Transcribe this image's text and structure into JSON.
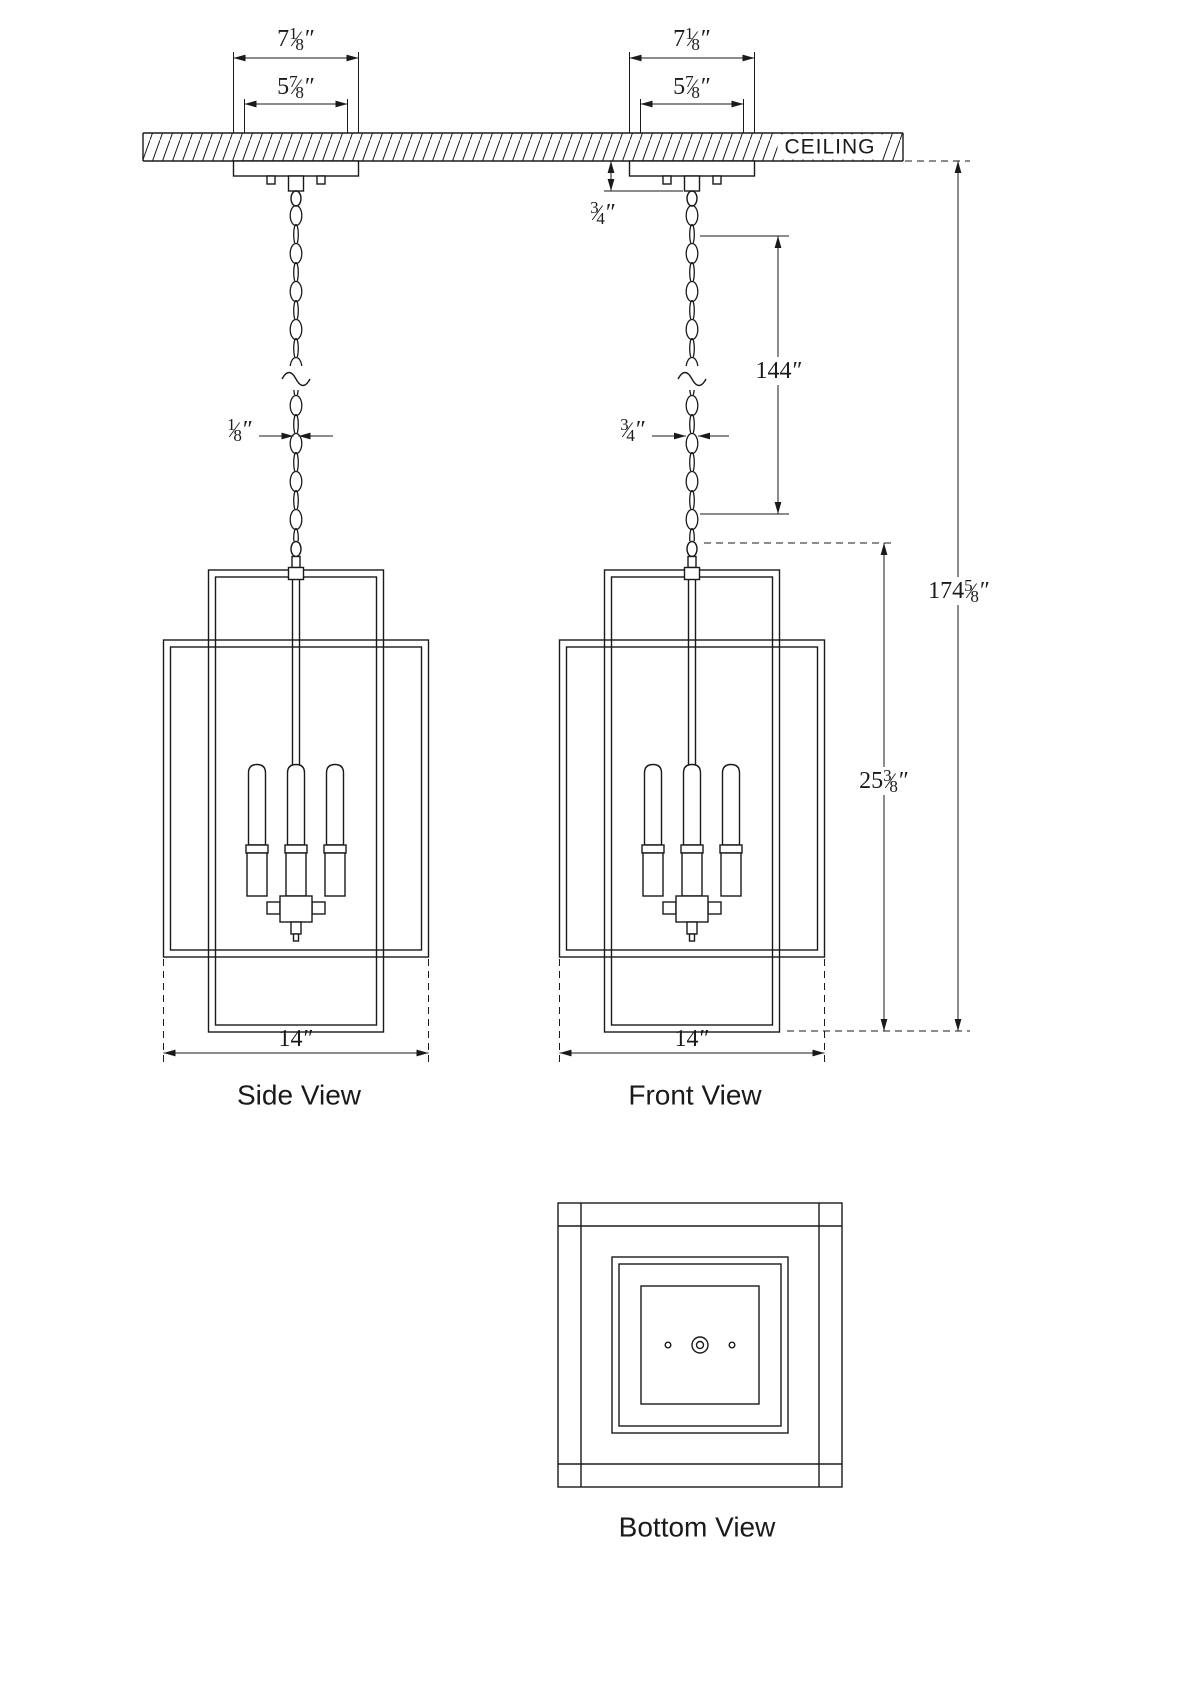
{
  "labels": {
    "ceiling": "CEILING",
    "side_view": "Side View",
    "front_view": "Front View",
    "bottom_view": "Bottom View"
  },
  "marks": {
    "inch": "″",
    "frac_slash": "⁄"
  },
  "dims": {
    "side_canopy_outer": {
      "whole": "7",
      "num": "1",
      "den": "8"
    },
    "side_canopy_inner": {
      "whole": "5",
      "num": "7",
      "den": "8"
    },
    "front_canopy_outer": {
      "whole": "7",
      "num": "1",
      "den": "8"
    },
    "front_canopy_inner": {
      "whole": "5",
      "num": "7",
      "den": "8"
    },
    "front_canopy_height": {
      "num": "3",
      "den": "4"
    },
    "chain_length": {
      "whole": "144"
    },
    "side_chain_width": {
      "num": "1",
      "den": "8"
    },
    "front_chain_width": {
      "num": "3",
      "den": "4"
    },
    "overall_height": {
      "whole": "174",
      "num": "5",
      "den": "8"
    },
    "fixture_height": {
      "whole": "25",
      "num": "3",
      "den": "8"
    },
    "side_fixture_width": {
      "whole": "14"
    },
    "front_fixture_width": {
      "whole": "14"
    }
  },
  "colors": {
    "line": "#1a1a1a",
    "background": "#ffffff"
  }
}
